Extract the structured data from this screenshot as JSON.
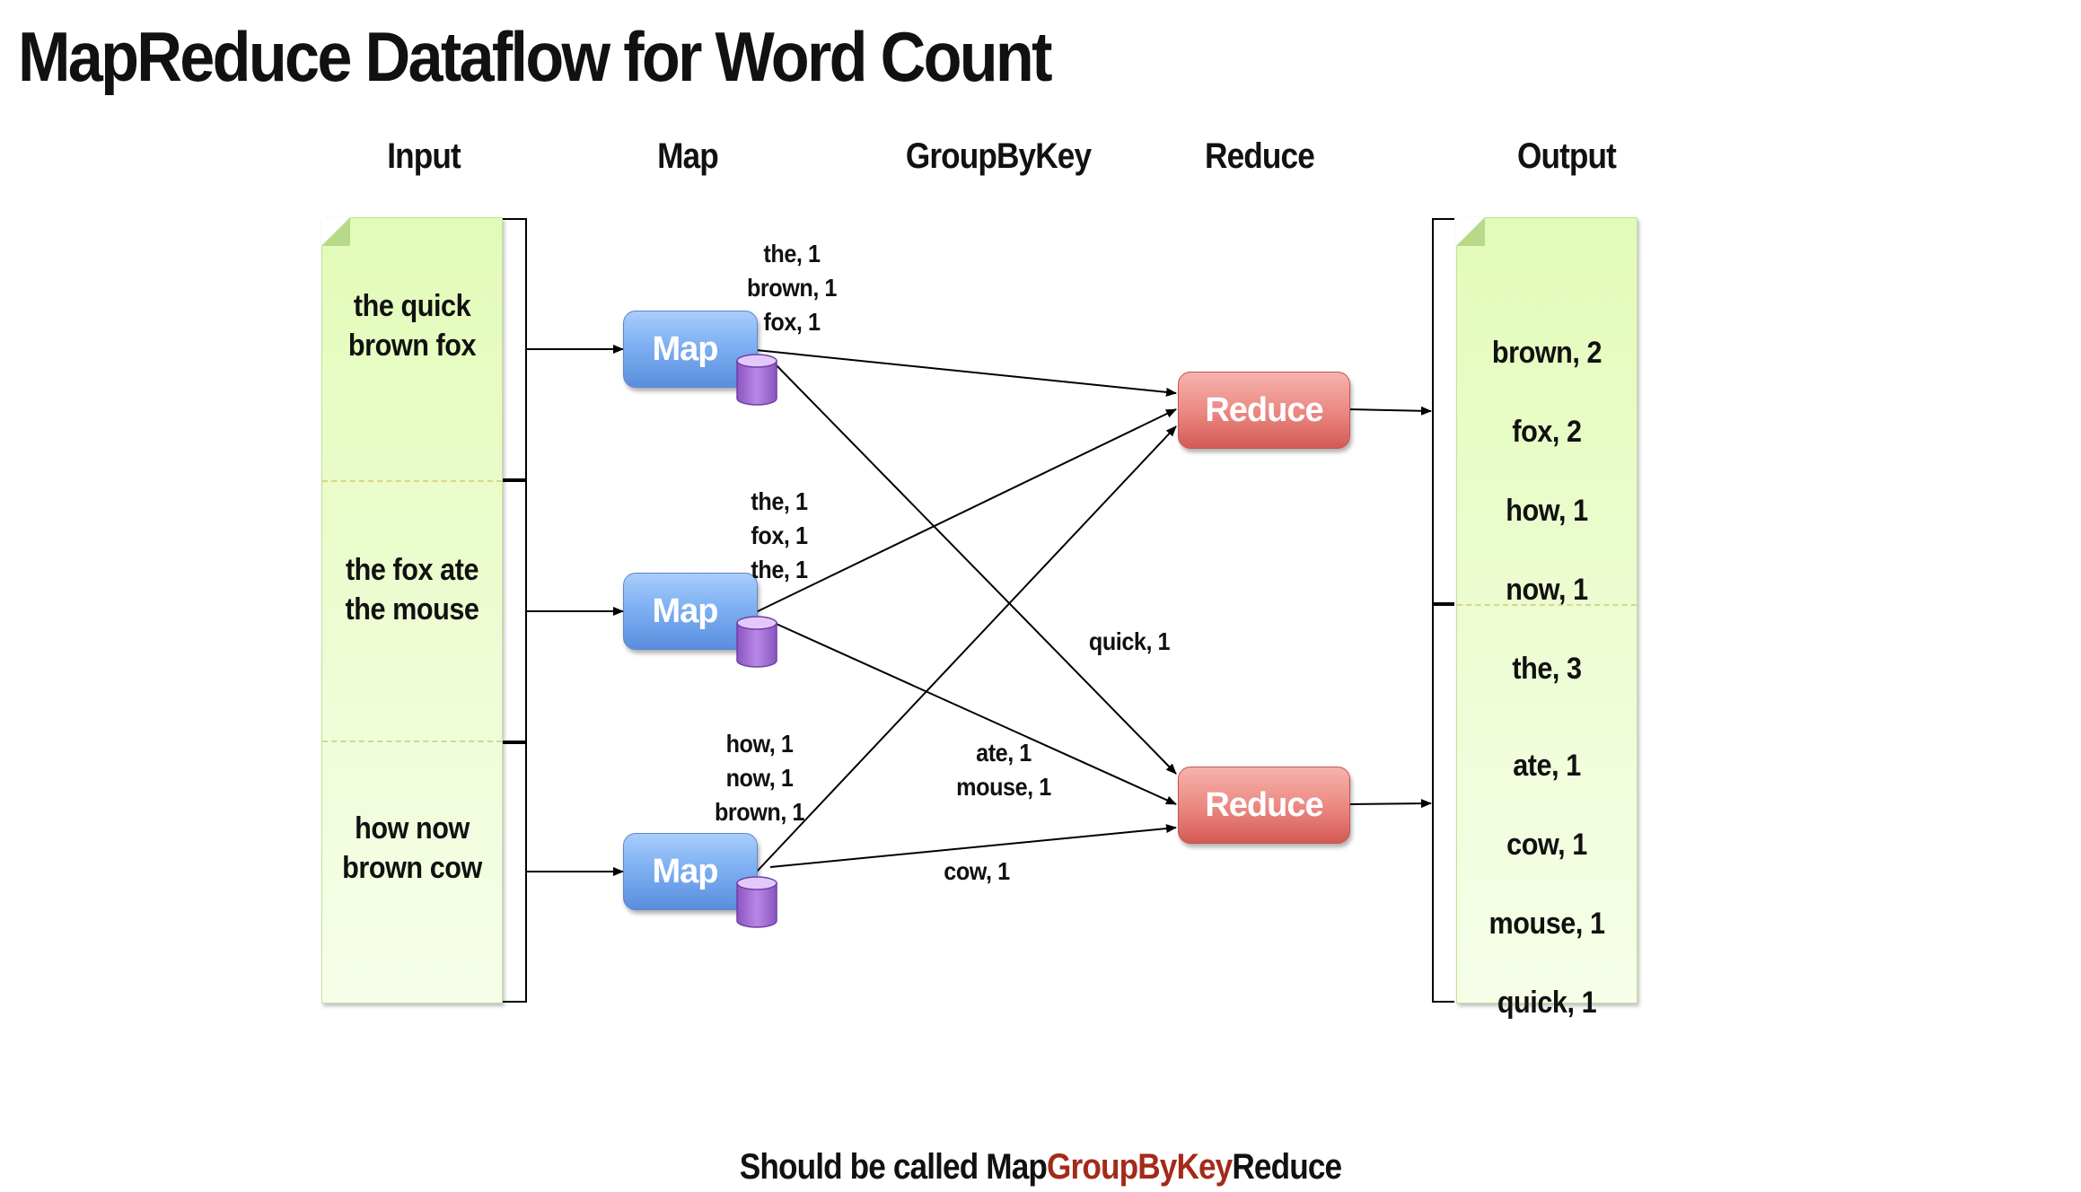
{
  "title": "MapReduce Dataflow for Word Count",
  "columns": {
    "input": "Input",
    "map": "Map",
    "groupbykey": "GroupByKey",
    "reduce": "Reduce",
    "output": "Output"
  },
  "inputs": [
    "the quick\nbrown fox",
    "the fox ate\nthe mouse",
    "how now\nbrown cow"
  ],
  "map_label": "Map",
  "reduce_label": "Reduce",
  "map_outputs": [
    [
      "the, 1",
      "brown, 1",
      "fox, 1"
    ],
    [
      "the, 1",
      "fox, 1",
      "the, 1"
    ],
    [
      "how, 1",
      "now, 1",
      "brown, 1"
    ]
  ],
  "shuffle_labels": {
    "quick": "quick, 1",
    "ate_mouse": [
      "ate, 1",
      "mouse, 1"
    ],
    "cow": "cow, 1"
  },
  "outputs": [
    [
      "brown, 2",
      "fox, 2",
      "how, 1",
      "now, 1",
      "the, 3"
    ],
    [
      "ate, 1",
      "cow, 1",
      "mouse, 1",
      "quick, 1"
    ]
  ],
  "footer": {
    "prefix": "Should be called Map",
    "highlight": "GroupByKey",
    "suffix": "Reduce",
    "highlight_color": "#a42a18"
  },
  "colors": {
    "map": "#7eb0f2",
    "reduce": "#ec8a84",
    "document": "#e2fbb8",
    "disk": "#a874d4"
  }
}
